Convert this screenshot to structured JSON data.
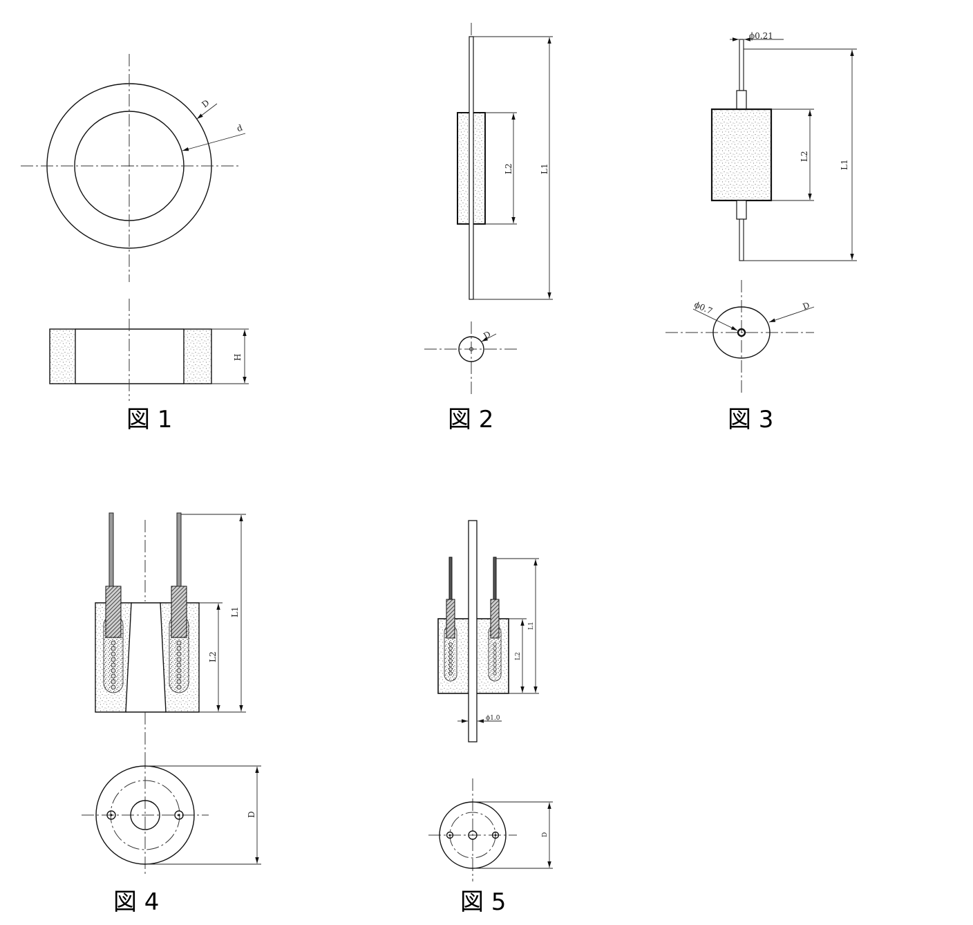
{
  "figures": {
    "fig1": {
      "caption": "図 1",
      "dim_outer": "D",
      "dim_inner": "d",
      "dim_height": "H"
    },
    "fig2": {
      "caption": "図 2",
      "dim_l1": "L1",
      "dim_l2": "L2",
      "dim_d": "D"
    },
    "fig3": {
      "caption": "図 3",
      "dim_wire": "ϕ0.21",
      "dim_l1": "L1",
      "dim_l2": "L2",
      "dim_hole": "ϕ0.7",
      "dim_d": "D"
    },
    "fig4": {
      "caption": "図 4",
      "dim_l1": "L1",
      "dim_l2": "L2",
      "dim_d": "D"
    },
    "fig5": {
      "caption": "図 5",
      "dim_l1": "L1",
      "dim_l2": "L2",
      "dim_rod": "ϕ1.0",
      "dim_d": "D"
    }
  }
}
